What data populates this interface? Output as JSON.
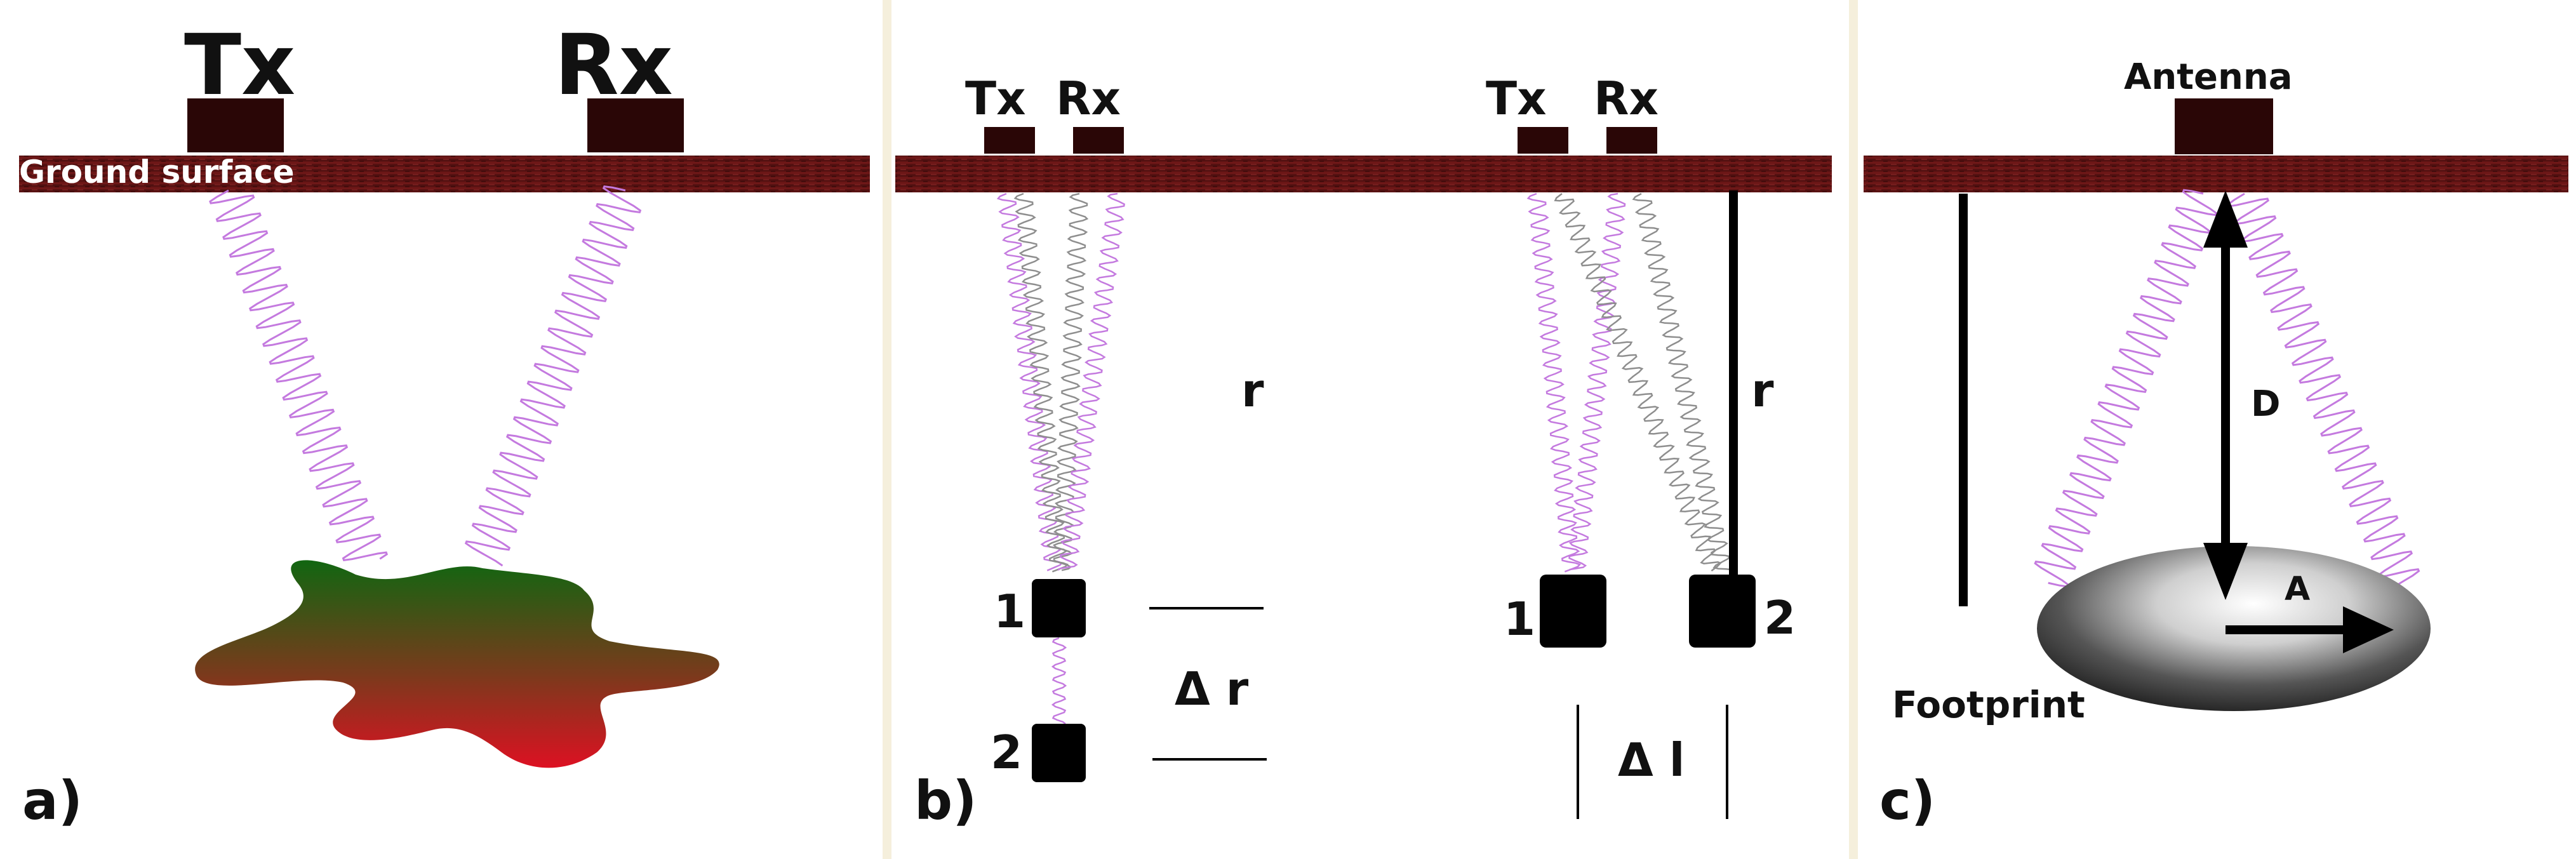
{
  "colors": {
    "background": "#ffffff",
    "panel_border": "#f3edd9",
    "ground": "#5a1313",
    "ground_dark": "#3c0a0a",
    "antenna": "#2a0606",
    "wave": "#c47adf",
    "wave_grey": "#8e8e8e",
    "target_top": "#116611",
    "target_bottom": "#dd1122",
    "black": "#000000"
  },
  "panel_a": {
    "tx_label": "Tx",
    "rx_label": "Rx",
    "ground_label": "Ground surface",
    "panel_label": "a)"
  },
  "panel_b": {
    "left": {
      "tx_label": "Tx",
      "rx_label": "Rx",
      "range_label": "r",
      "target1_label": "1",
      "target2_label": "2",
      "delta_label": "Δ r"
    },
    "right": {
      "tx_label": "Tx",
      "rx_label": "Rx",
      "range_label": "r",
      "target1_label": "1",
      "target2_label": "2",
      "delta_label": "Δ l"
    },
    "panel_label": "b)"
  },
  "panel_c": {
    "antenna_label": "Antenna",
    "distance_label": "D",
    "area_label": "A",
    "footprint_label": "Footprint",
    "panel_label": "c)"
  }
}
